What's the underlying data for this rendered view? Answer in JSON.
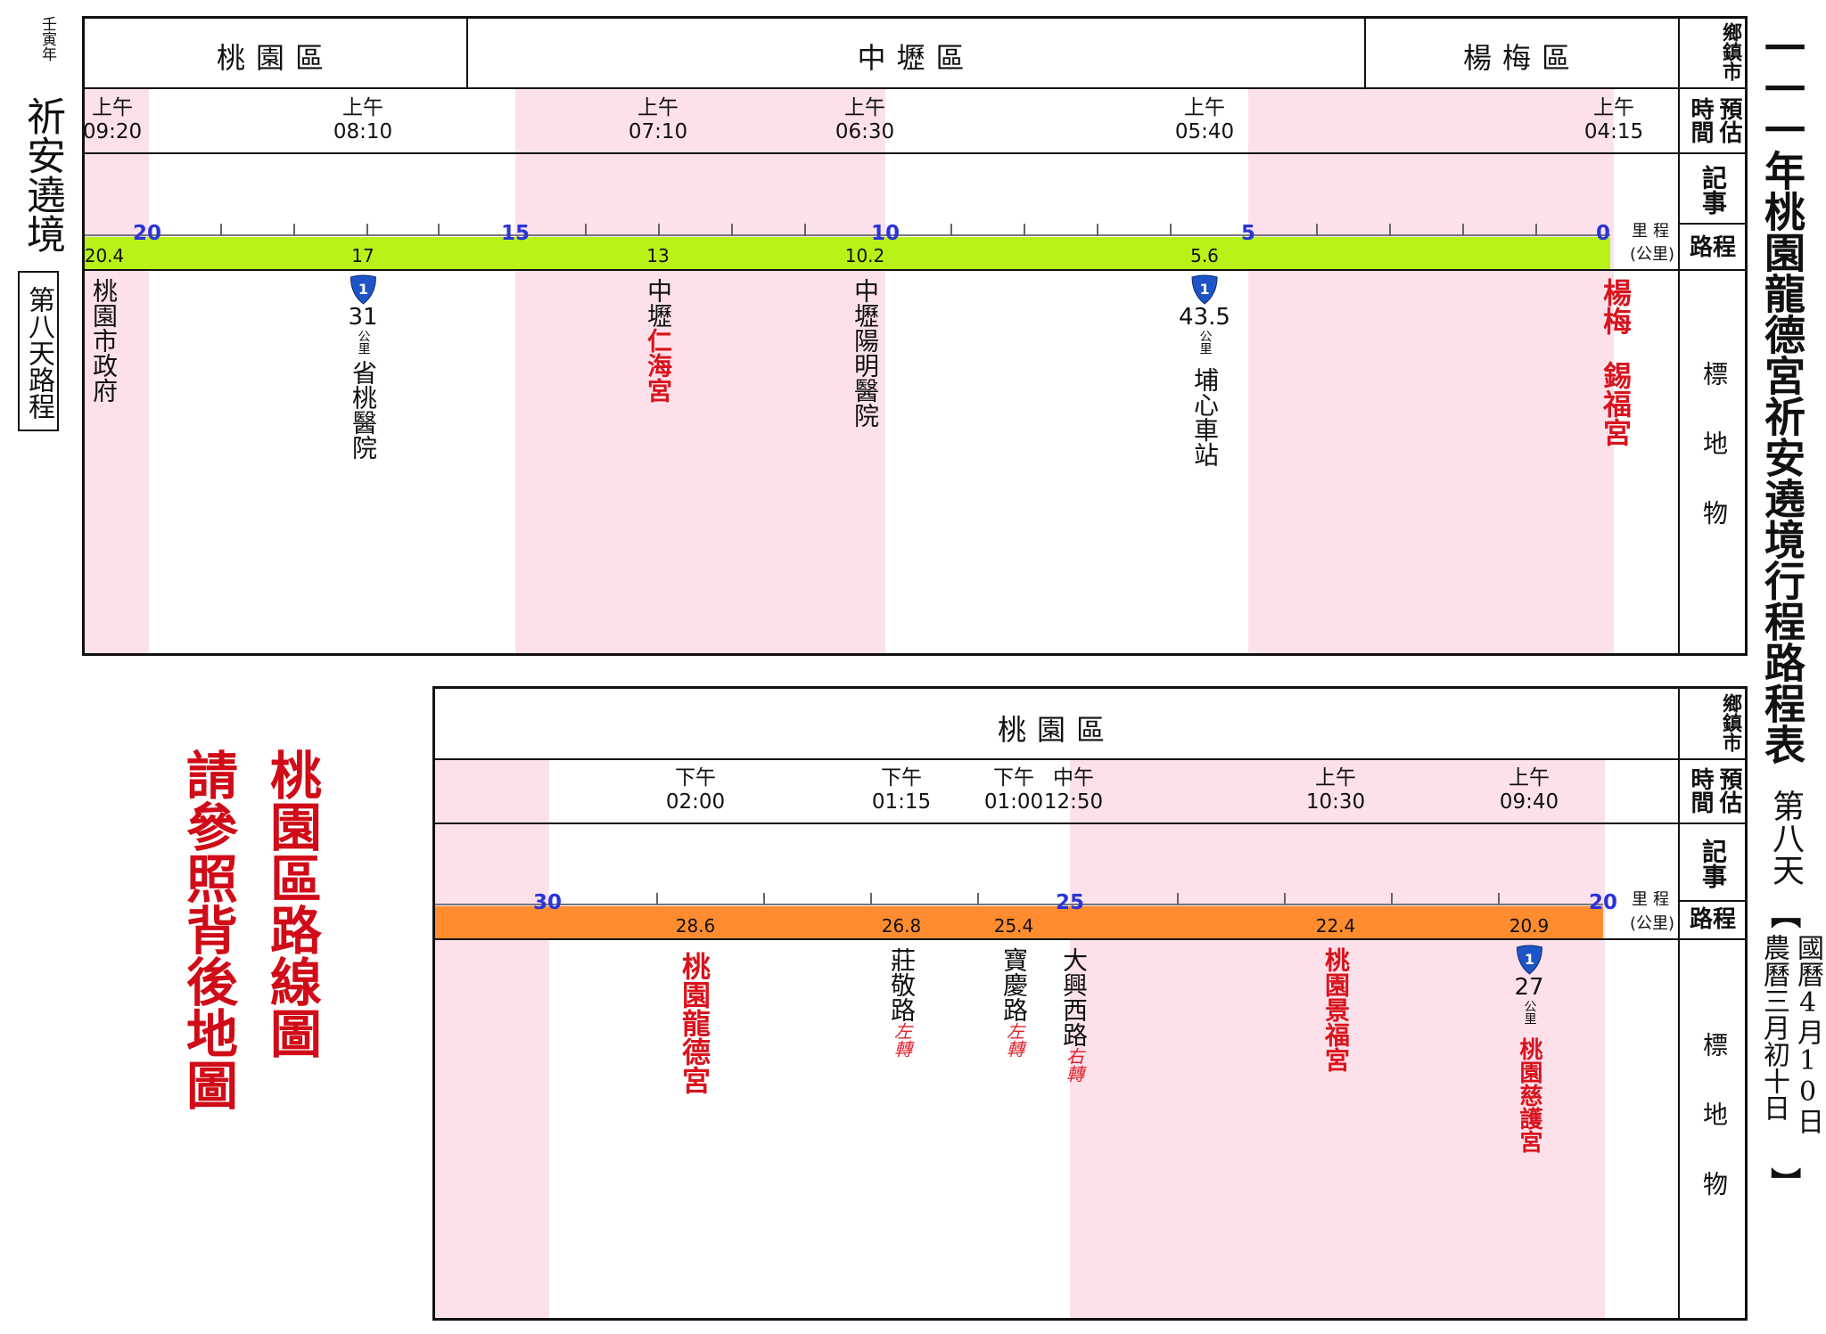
{
  "left_caption": {
    "year": "壬寅年",
    "title": "祈安遶境",
    "day": "第八天路程"
  },
  "right_title": {
    "main": "一一一年桃園龍德宮祈安遶境行程路程表",
    "day": "第八天",
    "gregorian": "國曆4月10日",
    "lunar": "農曆三月初十日"
  },
  "row_headers": {
    "district": "鄉鎮市",
    "time": "預估時間",
    "notes": "記事",
    "route": "路程",
    "landmarks": "標地物",
    "scale_label": "里程",
    "scale_unit": "(公里)"
  },
  "panel1": {
    "districts": [
      "桃園區",
      "中壢區",
      "楊梅區"
    ],
    "times": [
      {
        "period": "上午",
        "clock": "09:20"
      },
      {
        "period": "上午",
        "clock": "08:10"
      },
      {
        "period": "上午",
        "clock": "07:10"
      },
      {
        "period": "上午",
        "clock": "06:30"
      },
      {
        "period": "上午",
        "clock": "05:40"
      },
      {
        "period": "上午",
        "clock": "04:15"
      }
    ],
    "scale_numbers": [
      "20",
      "15",
      "10",
      "5",
      "0"
    ],
    "km": [
      "20.4",
      "17",
      "13",
      "10.2",
      "5.6"
    ],
    "landmarks": [
      {
        "text": "桃園市政府"
      },
      {
        "dist": "31",
        "unit": "公里",
        "text": "省桃醫院"
      },
      {
        "line1": "中壢",
        "line2": "仁海宮"
      },
      {
        "line1": "中壢",
        "line2": "陽明醫院"
      },
      {
        "dist": "43.5",
        "unit": "公里",
        "text": "埔心車站"
      },
      {
        "col1": "楊梅",
        "col2": "錫福宮"
      }
    ]
  },
  "panel2": {
    "districts": [
      "桃園區"
    ],
    "times": [
      {
        "period": "下午",
        "clock": "02:00"
      },
      {
        "period": "下午",
        "clock": "01:15"
      },
      {
        "period": "下午",
        "clock": "01:00"
      },
      {
        "period": "中午",
        "clock": "12:50"
      },
      {
        "period": "上午",
        "clock": "10:30"
      },
      {
        "period": "上午",
        "clock": "09:40"
      }
    ],
    "scale_numbers": [
      "30",
      "25",
      "20"
    ],
    "km": [
      "28.6",
      "26.8",
      "25.4",
      "22.4",
      "20.9"
    ],
    "landmarks": [
      {
        "text": "桃園龍德宮"
      },
      {
        "text": "莊敬路",
        "turn": "左轉"
      },
      {
        "text": "寶慶路",
        "turn": "左轉"
      },
      {
        "text": "大興西路",
        "turn": "右轉"
      },
      {
        "text": "桃園景福宮"
      },
      {
        "dist": "27",
        "unit": "公里",
        "text": "桃園慈護宮"
      }
    ]
  },
  "notice": {
    "col1": "桃園區路線圖",
    "col2": "請參照背後地圖"
  },
  "colors": {
    "band": "#fde1ea",
    "route1": "#b8f218",
    "route2": "#ff8c2e",
    "red": "#d8141e",
    "scale": "#2a34d8"
  },
  "icons": [
    "freeway-1-shield-icon"
  ]
}
